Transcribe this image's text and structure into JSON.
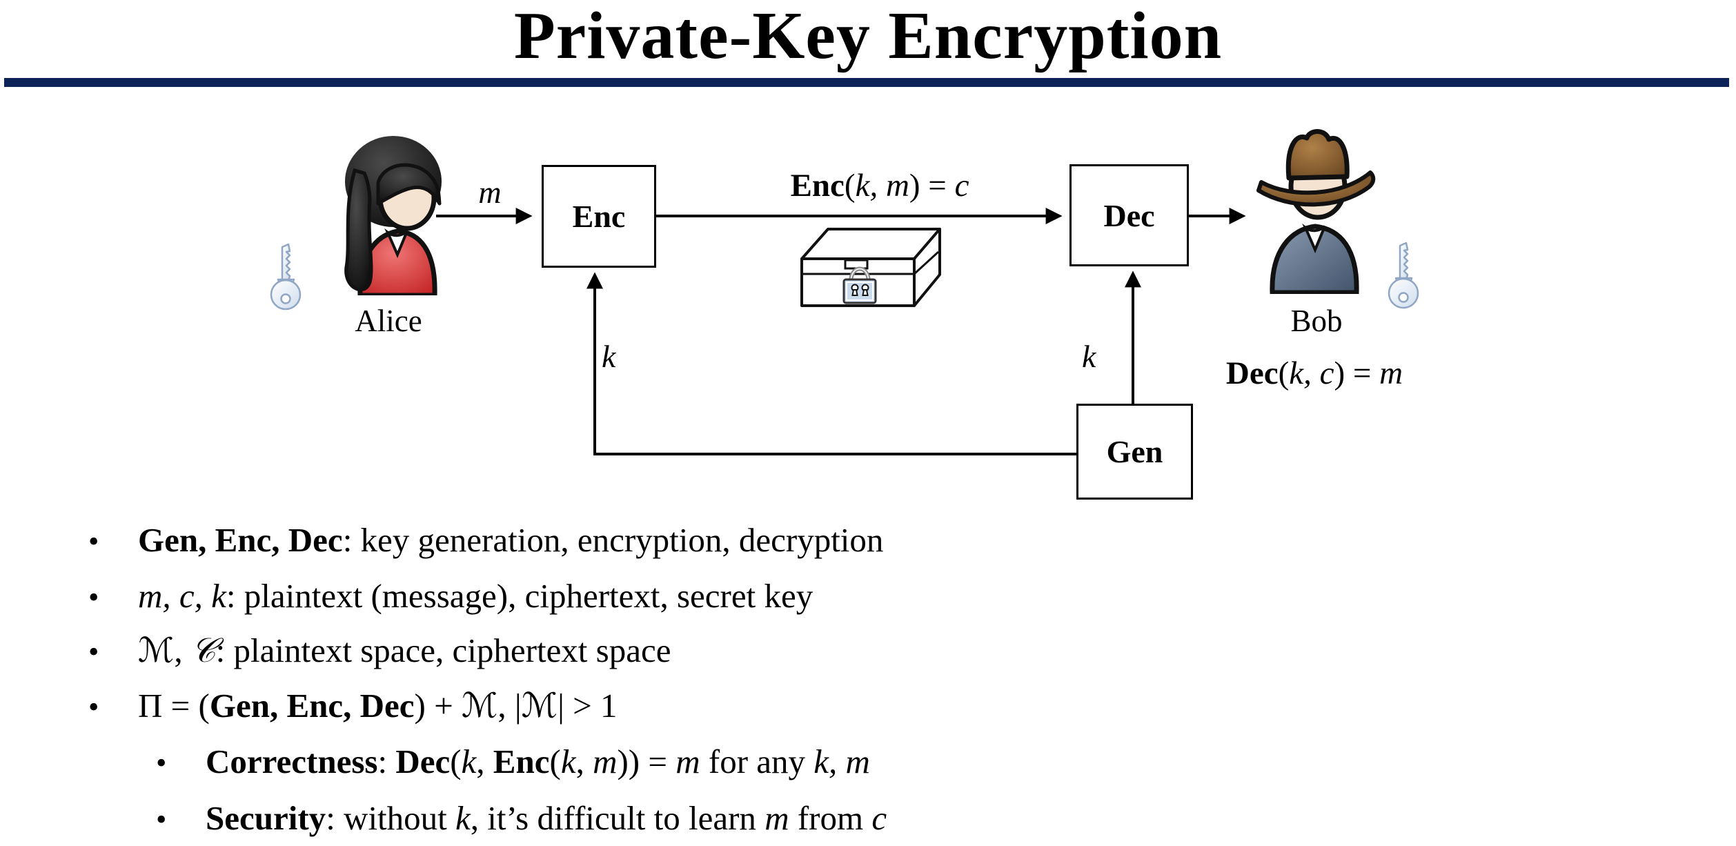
{
  "title": {
    "text": "Private-Key Encryption"
  },
  "colors": {
    "accent_rule": "#0d2357",
    "box_border": "#000000",
    "dress_red": "#c62828",
    "shirt_blue": "#4e6078",
    "hat_brown": "#8a5e33",
    "key_fill": "#e6eef8",
    "lock_fill": "#c9dbec",
    "skin": "#f3e3d0"
  },
  "diagram": {
    "alice": {
      "label": "Alice",
      "icon": "woman-avatar-icon"
    },
    "bob": {
      "label": "Bob",
      "icon": "man-avatar-icon"
    },
    "keys": {
      "left_icon": "key-icon",
      "right_icon": "key-icon"
    },
    "chest_icon": "locked-chest-icon",
    "boxes": {
      "enc": "Enc",
      "dec": "Dec",
      "gen": "Gen"
    },
    "labels": {
      "message": "m",
      "key_left": "k",
      "key_right": "k"
    },
    "enc_formula": [
      {
        "t": "Enc",
        "s": "b"
      },
      {
        "t": "(",
        "s": "r"
      },
      {
        "t": "k, m",
        "s": "i"
      },
      {
        "t": ") = ",
        "s": "r"
      },
      {
        "t": "c",
        "s": "i"
      }
    ],
    "dec_formula": [
      {
        "t": "Dec",
        "s": "b"
      },
      {
        "t": "(",
        "s": "r"
      },
      {
        "t": "k, c",
        "s": "i"
      },
      {
        "t": ") = ",
        "s": "r"
      },
      {
        "t": "m",
        "s": "i"
      }
    ]
  },
  "bullets": {
    "dot": "•",
    "items": [
      {
        "indent": 0,
        "segments": [
          {
            "t": "Gen, Enc, Dec",
            "s": "b"
          },
          {
            "t": ": key generation, encryption, decryption",
            "s": "r"
          }
        ]
      },
      {
        "indent": 0,
        "segments": [
          {
            "t": "m, c, k",
            "s": "i"
          },
          {
            "t": ": plaintext (message), ciphertext, secret key",
            "s": "r"
          }
        ]
      },
      {
        "indent": 0,
        "segments": [
          {
            "t": "ℳ",
            "s": "sc"
          },
          {
            "t": ", ",
            "s": "r"
          },
          {
            "t": "𝒞",
            "s": "sc"
          },
          {
            "t": ": plaintext space, ciphertext space",
            "s": "r"
          }
        ]
      },
      {
        "indent": 0,
        "segments": [
          {
            "t": "Π = (",
            "s": "r"
          },
          {
            "t": "Gen, Enc, Dec",
            "s": "b"
          },
          {
            "t": ") + ",
            "s": "r"
          },
          {
            "t": "ℳ",
            "s": "sc"
          },
          {
            "t": ", |",
            "s": "r"
          },
          {
            "t": "ℳ",
            "s": "sc"
          },
          {
            "t": "| > 1",
            "s": "r"
          }
        ]
      },
      {
        "indent": 1,
        "segments": [
          {
            "t": "Correctness",
            "s": "b"
          },
          {
            "t": ": ",
            "s": "r"
          },
          {
            "t": "Dec",
            "s": "b"
          },
          {
            "t": "(",
            "s": "r"
          },
          {
            "t": "k",
            "s": "i"
          },
          {
            "t": ", ",
            "s": "r"
          },
          {
            "t": "Enc",
            "s": "b"
          },
          {
            "t": "(",
            "s": "r"
          },
          {
            "t": "k",
            "s": "i"
          },
          {
            "t": ", ",
            "s": "r"
          },
          {
            "t": "m",
            "s": "i"
          },
          {
            "t": ")) = ",
            "s": "r"
          },
          {
            "t": "m",
            "s": "i"
          },
          {
            "t": " for any ",
            "s": "r"
          },
          {
            "t": "k, m",
            "s": "i"
          }
        ]
      },
      {
        "indent": 1,
        "segments": [
          {
            "t": "Security",
            "s": "b"
          },
          {
            "t": ": without ",
            "s": "r"
          },
          {
            "t": "k",
            "s": "i"
          },
          {
            "t": ", it’s difficult to learn ",
            "s": "r"
          },
          {
            "t": "m",
            "s": "i"
          },
          {
            "t": " from ",
            "s": "r"
          },
          {
            "t": "c",
            "s": "i"
          }
        ]
      }
    ]
  }
}
